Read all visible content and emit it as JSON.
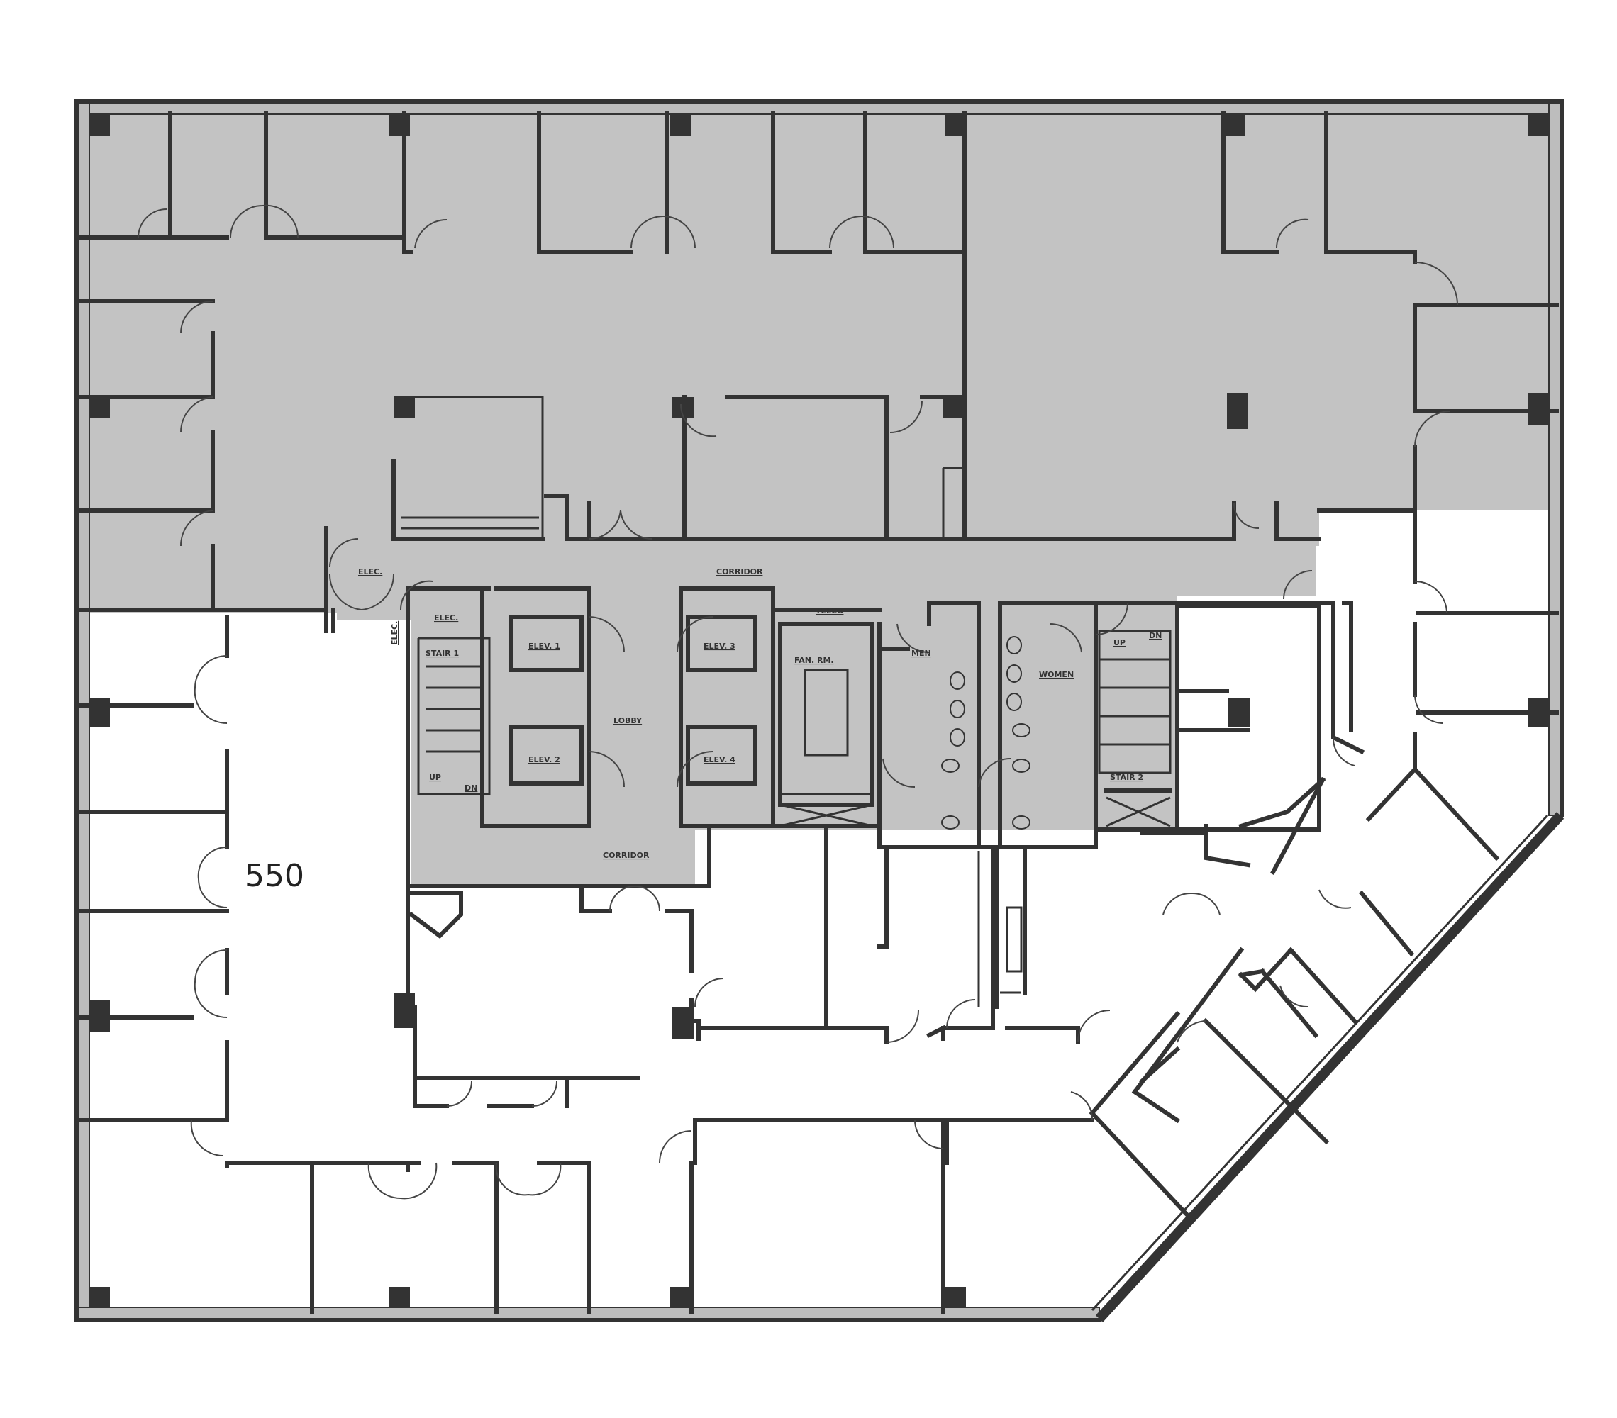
{
  "colors": {
    "leased_fill": "#c3c3c3",
    "available_fill": "#ffffff",
    "wall": "#333333"
  },
  "suite": {
    "number": "550"
  },
  "room_labels": {
    "corridor_north": "CORRIDOR",
    "corridor_south": "CORRIDOR",
    "lobby": "LOBBY",
    "elev_1": "ELEV. 1",
    "elev_2": "ELEV. 2",
    "elev_3": "ELEV. 3",
    "elev_4": "ELEV. 4",
    "stair_1": "STAIR 1",
    "stair_2": "STAIR 2",
    "fan_rm": "FAN. RM.",
    "men": "MEN",
    "women": "WOMEN",
    "elec_1": "ELEC.",
    "elec_2": "ELEC.",
    "elec_3": "ELEC.",
    "telco": "TELCO",
    "up_1": "UP",
    "dn_1": "DN",
    "up_2": "UP",
    "dn_2": "DN"
  }
}
